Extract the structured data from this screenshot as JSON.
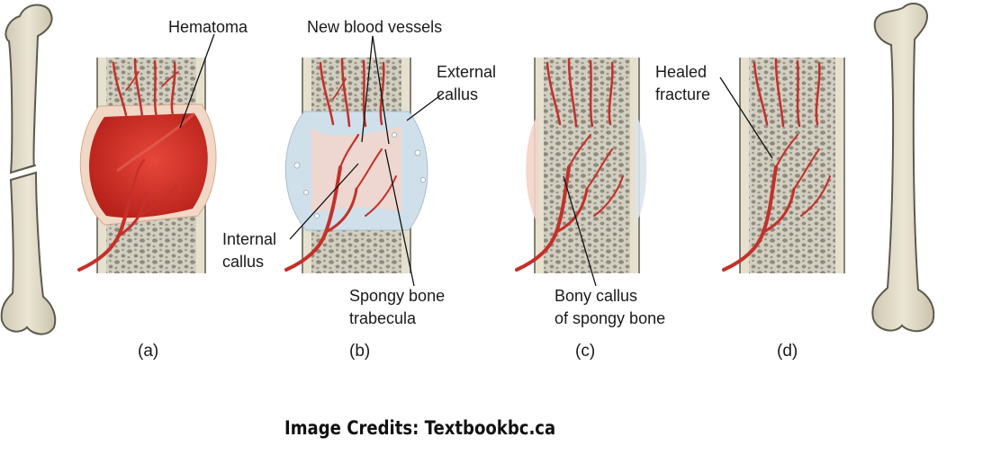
{
  "labels": {
    "hematoma": "Hematoma",
    "new_blood_vessels": "New blood vessels",
    "external_callus_1": "External",
    "external_callus_2": "callus",
    "internal_callus_1": "Internal",
    "internal_callus_2": "callus",
    "spongy_bone_1": "Spongy bone",
    "spongy_bone_2": "trabecula",
    "bony_callus_1": "Bony callus",
    "bony_callus_2": "of spongy bone",
    "healed_1": "Healed",
    "healed_2": "fracture"
  },
  "captions": [
    "(a)",
    "(b)",
    "(c)",
    "(d)"
  ],
  "credits": "Image Credits: Textbookbc.ca",
  "colors": {
    "bone": "#e6e1cf",
    "bone_outline": "#5d5a4e",
    "spongy_bg": "#cfcbbd",
    "spongy_hole": "#8a877c",
    "vessel": "#c8302a",
    "hematoma": "#cd2e25",
    "callus_blue": "#c9dbe6",
    "callus_pink": "#f3cfc6"
  }
}
